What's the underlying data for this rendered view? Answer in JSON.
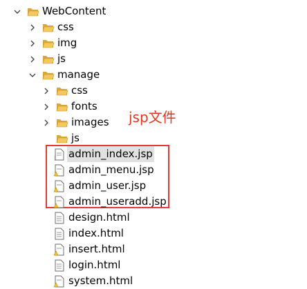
{
  "tree": {
    "root": {
      "label": "WebContent",
      "expanded": true
    },
    "root_children": [
      {
        "label": "css",
        "type": "folder",
        "expanded": false
      },
      {
        "label": "img",
        "type": "folder",
        "expanded": false
      },
      {
        "label": "js",
        "type": "folder",
        "expanded": false
      }
    ],
    "manage": {
      "label": "manage",
      "expanded": true,
      "subfolders": [
        {
          "label": "css",
          "type": "folder",
          "expanded": false
        },
        {
          "label": "fonts",
          "type": "folder",
          "expanded": false
        },
        {
          "label": "images",
          "type": "folder",
          "expanded": false
        },
        {
          "label": "js",
          "type": "folder",
          "expanded": false
        }
      ],
      "jsp_files": [
        {
          "label": "admin_index.jsp",
          "selected": true
        },
        {
          "label": "admin_menu.jsp",
          "selected": false
        },
        {
          "label": "admin_user.jsp",
          "selected": false
        },
        {
          "label": "admin_useradd.jsp",
          "selected": false
        }
      ],
      "html_files": [
        {
          "label": "design.html",
          "icon": "html-file-icon"
        },
        {
          "label": "index.html",
          "icon": "html-file-icon"
        },
        {
          "label": "insert.html",
          "icon": "html-file-warning-icon"
        },
        {
          "label": "login.html",
          "icon": "html-file-icon"
        },
        {
          "label": "system.html",
          "icon": "html-file-warning-icon"
        }
      ]
    }
  },
  "annotation": {
    "text": "jsp文件",
    "color": "#e8341c"
  },
  "colors": {
    "folder": "#e8b74a",
    "highlight_border": "#e53935",
    "selection": "#e1e1e1"
  }
}
